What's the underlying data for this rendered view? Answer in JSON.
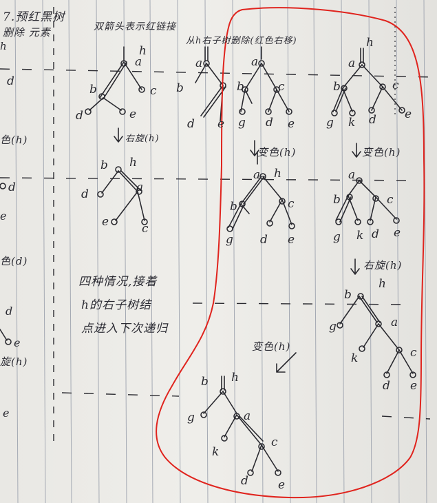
{
  "notes": {
    "title_line1": "7.预红黑树",
    "title_line2": "删除 元素",
    "sibling_heading": "双箭头表示红链接",
    "right_delete_heading": "从h右子树删除(红色右移)",
    "rotate_right_1": "右旋(h)",
    "flip_colors_1": "变色(h)",
    "flip_colors_2": "变色(h)",
    "rotate_right_2": "右旋(h)",
    "flip_colors_3": "变色(h)",
    "four_cases_1": "四种情况,接着",
    "four_cases_2": "h的右子树结",
    "four_cases_3": "点进入下次递归",
    "left_frag_1": "d",
    "left_frag_2": "色(h)",
    "left_frag_3": "d",
    "left_frag_4": "e",
    "left_frag_5": "色(d)",
    "left_frag_6": "d",
    "left_frag_7": "e",
    "left_frag_8": "旋(h)",
    "left_frag_9": "e",
    "left_frag_10": "h"
  },
  "node_labels": {
    "h": "h",
    "a": "a",
    "b": "b",
    "c": "c",
    "d": "d",
    "e": "e",
    "g": "g",
    "k": "k"
  },
  "colors": {
    "paper": "#ecebe7",
    "rule_line": "#9ea3ad",
    "ink": "#2a2a30",
    "highlight": "#e0241e"
  }
}
